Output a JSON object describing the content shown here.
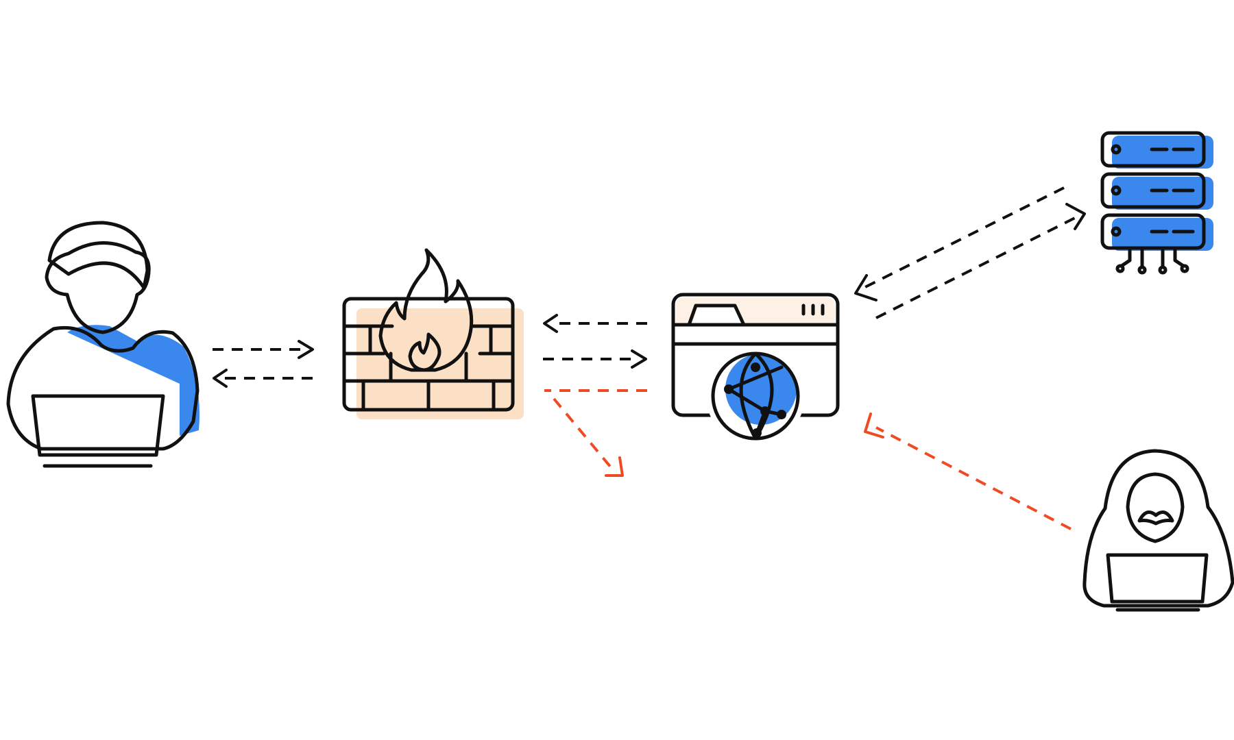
{
  "colors": {
    "outline": "#111111",
    "blue": "#3a87ee",
    "hair_gray": "#d3d6da",
    "laptop_gray": "#959ea6",
    "hood_gray": "#8a9298",
    "screen_dark": "#4c575f",
    "face_light": "#ebebeb",
    "flame_red": "#f25333",
    "wall_peach": "#fbe0c6",
    "browser_peach": "#fdf1e6",
    "legit_arrow": "#111111",
    "attack_arrow": "#f04a24"
  },
  "nodes": [
    {
      "id": "user",
      "icon": "user-with-laptop-icon"
    },
    {
      "id": "firewall",
      "icon": "firewall-brick-wall-with-flame-icon"
    },
    {
      "id": "web-app",
      "icon": "browser-window-with-globe-icon"
    },
    {
      "id": "server",
      "icon": "server-rack-icon"
    },
    {
      "id": "attacker",
      "icon": "hooded-hacker-with-laptop-icon"
    }
  ],
  "connections": [
    {
      "from": "user",
      "to": "firewall",
      "style": "dashed",
      "color": "legit_arrow"
    },
    {
      "from": "firewall",
      "to": "user",
      "style": "dashed",
      "color": "legit_arrow"
    },
    {
      "from": "firewall",
      "to": "web-app",
      "style": "dashed",
      "color": "legit_arrow"
    },
    {
      "from": "web-app",
      "to": "firewall",
      "style": "dashed",
      "color": "legit_arrow"
    },
    {
      "from": "web-app",
      "to": "server",
      "style": "dashed",
      "color": "legit_arrow"
    },
    {
      "from": "server",
      "to": "web-app",
      "style": "dashed",
      "color": "legit_arrow"
    },
    {
      "from": "attacker",
      "to": "web-app",
      "style": "dashed",
      "color": "attack_arrow"
    },
    {
      "from": "firewall",
      "to": "blocked-deflection",
      "style": "dashed",
      "color": "attack_arrow"
    }
  ]
}
